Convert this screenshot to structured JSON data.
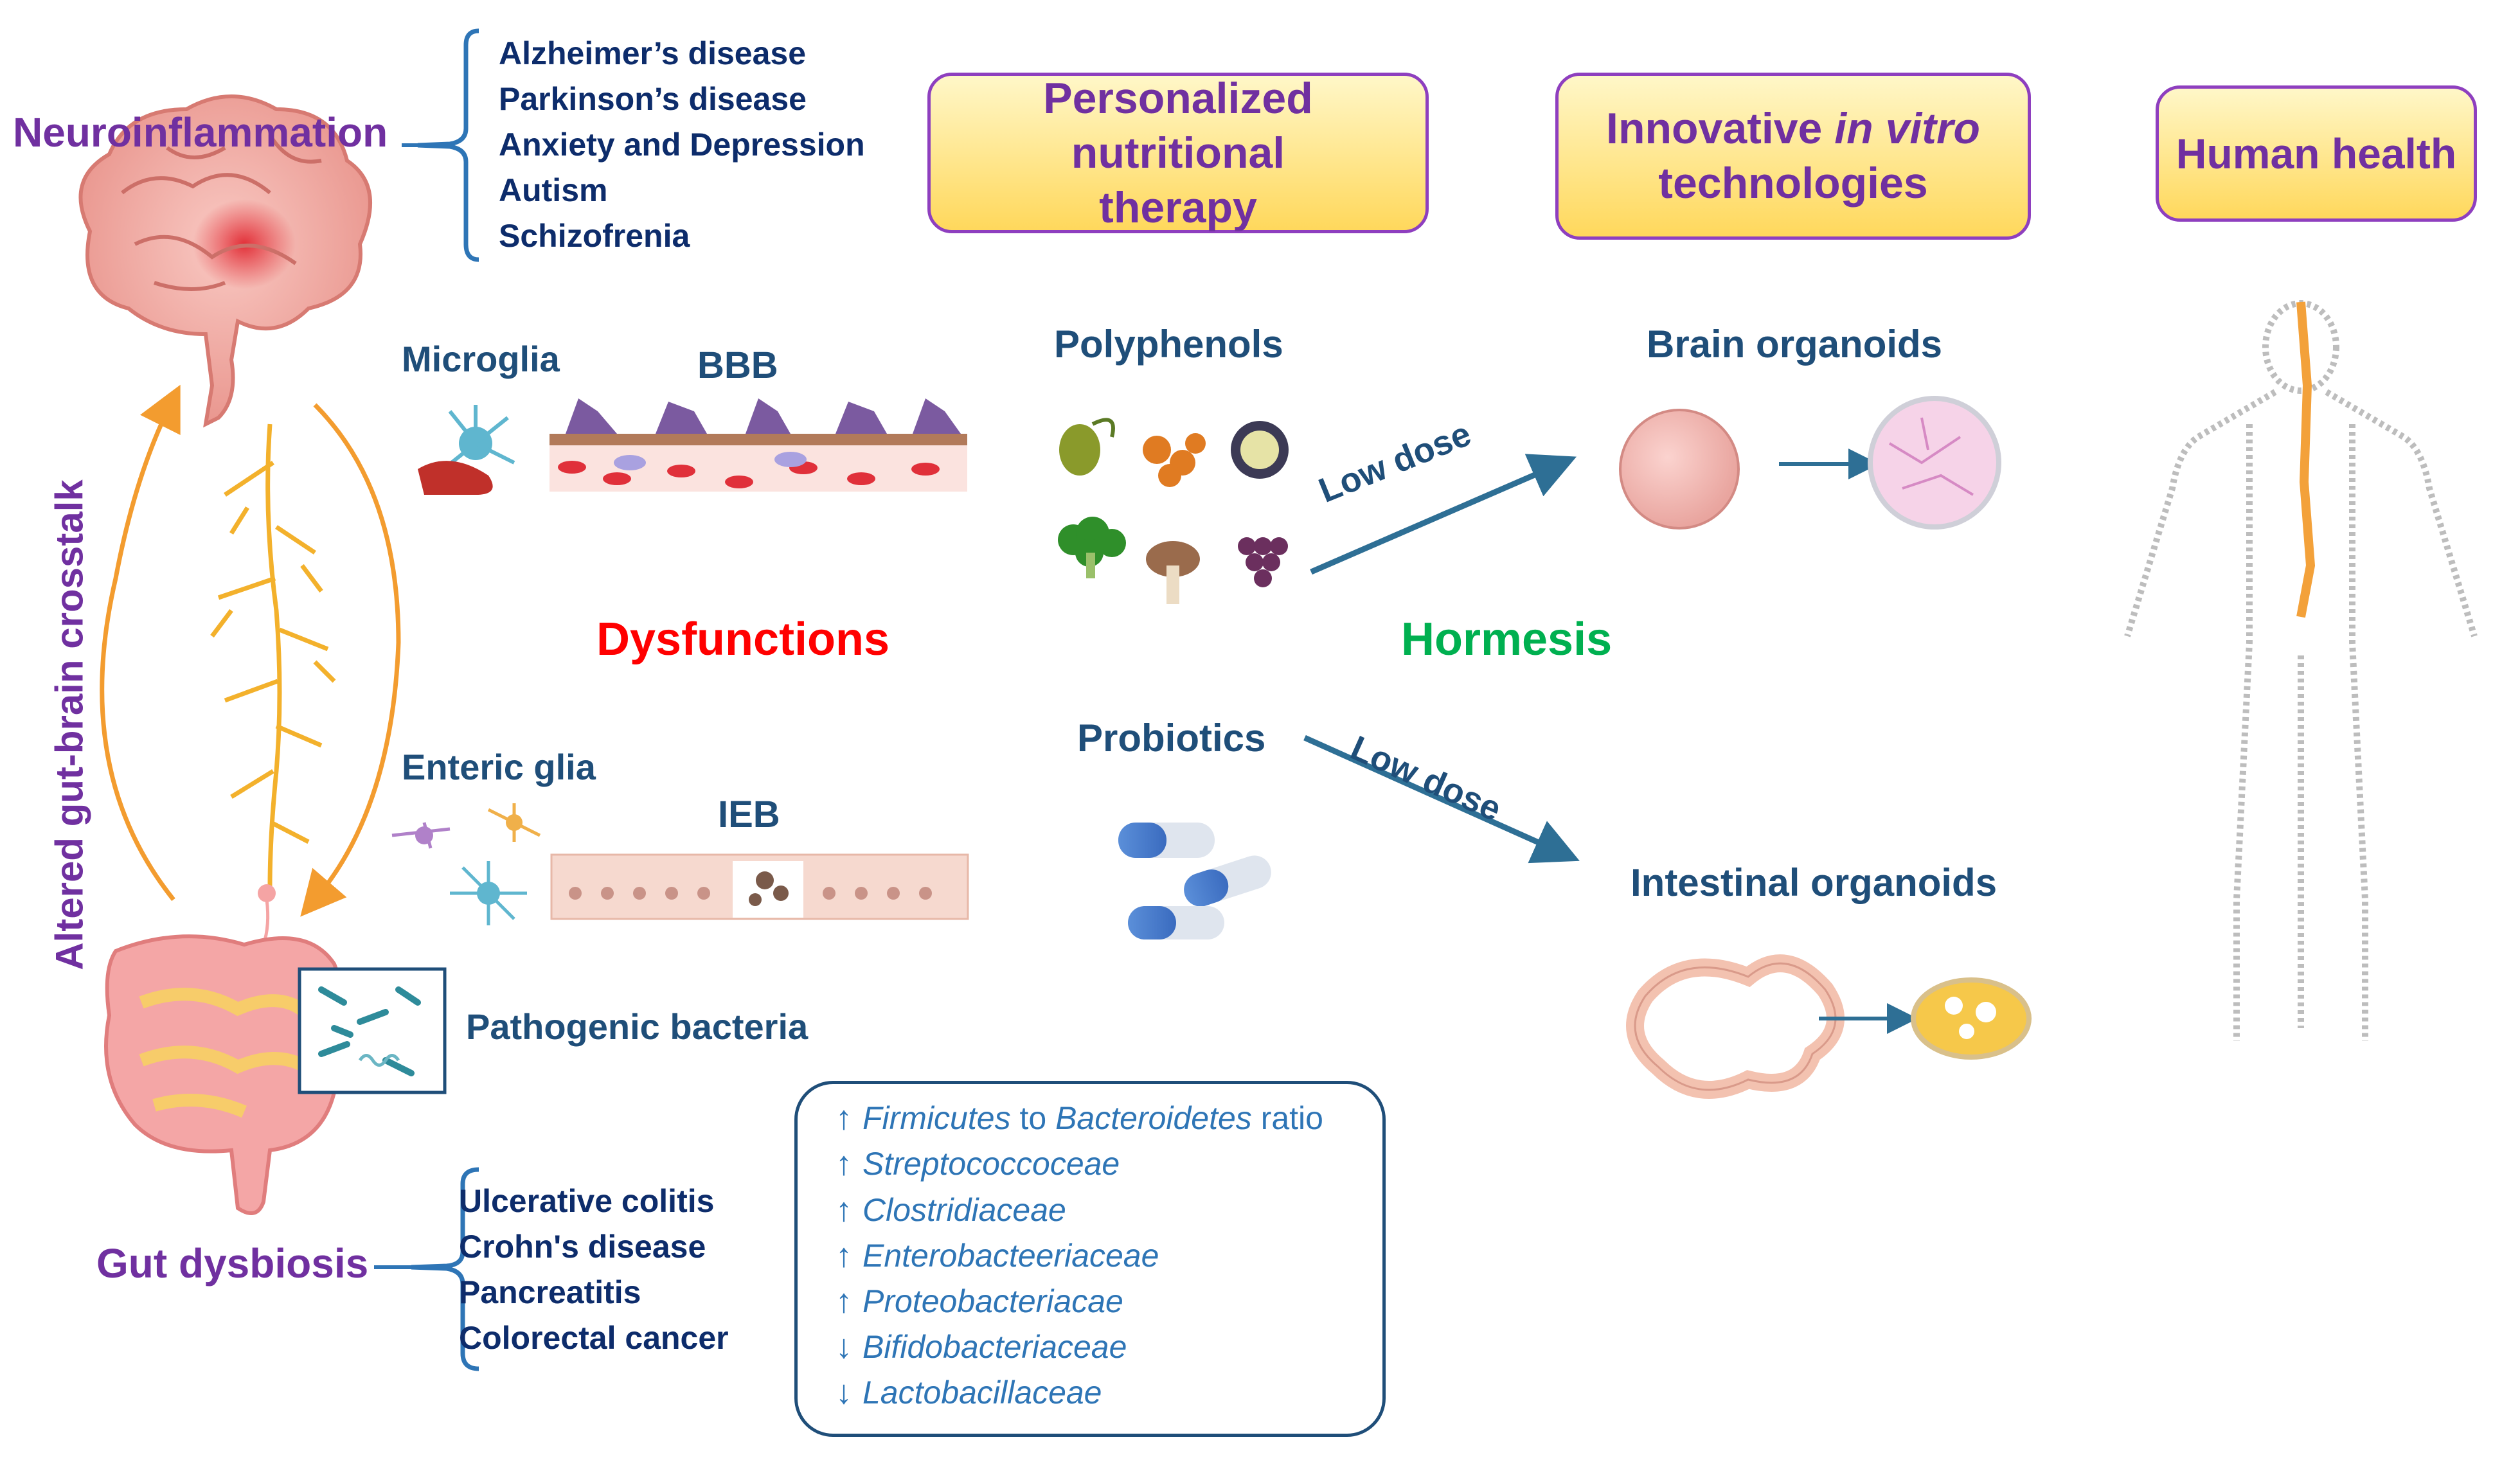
{
  "labels": {
    "neuroinflammation": "Neuroinflammation",
    "gut_dysbiosis": "Gut dysbiosis",
    "crosstalk": "Altered gut-brain crosstalk",
    "microglia": "Microglia",
    "bbb": "BBB",
    "enteric_glia": "Enteric glia",
    "ieb": "IEB",
    "pathogenic_bacteria": "Pathogenic bacteria",
    "dysfunctions": "Dysfunctions",
    "hormesis": "Hormesis",
    "polyphenols": "Polyphenols",
    "probiotics": "Probiotics",
    "low_dose_upper": "Low dose",
    "low_dose_lower": "Low dose",
    "brain_organoids": "Brain organoids",
    "intestinal_organoids": "Intestinal organoids"
  },
  "brain_diseases": [
    "Alzheimer’s disease",
    "Parkinson’s disease",
    "Anxiety and Depression",
    "Autism",
    "Schizofrenia"
  ],
  "gut_diseases": [
    "Ulcerative colitis",
    "Crohn's disease",
    "Pancreatitis",
    "Colorectal cancer"
  ],
  "headers": {
    "personalized_line1": "Personalized nutritional",
    "personalized_line2": "therapy",
    "innovative_pre": "Innovative ",
    "innovative_italic": "in vitro",
    "innovative_line2": "technologies",
    "human_health": "Human health"
  },
  "microbiota": [
    {
      "direction": "up",
      "name": "Firmicutes",
      "middle": " to ",
      "name2": "Bacteroidetes",
      "suffix": " ratio"
    },
    {
      "direction": "up",
      "name": "Streptococcoceae"
    },
    {
      "direction": "up",
      "name": "Clostridiaceae"
    },
    {
      "direction": "up",
      "name": "Enterobacteeriaceae"
    },
    {
      "direction": "up",
      "name": "Proteobacteriacae"
    },
    {
      "direction": "down",
      "name": "Bifidobacteriaceae"
    },
    {
      "direction": "down",
      "name": "Lactobacillaceae"
    }
  ],
  "icons": {
    "up": "↑",
    "down": "↓"
  },
  "colors": {
    "purple": "#7030a0",
    "dark_blue": "#1f4e79",
    "red": "#ff0000",
    "green": "#00b050",
    "orange": "#f39c2f",
    "box_fill": "#ffd85c"
  }
}
